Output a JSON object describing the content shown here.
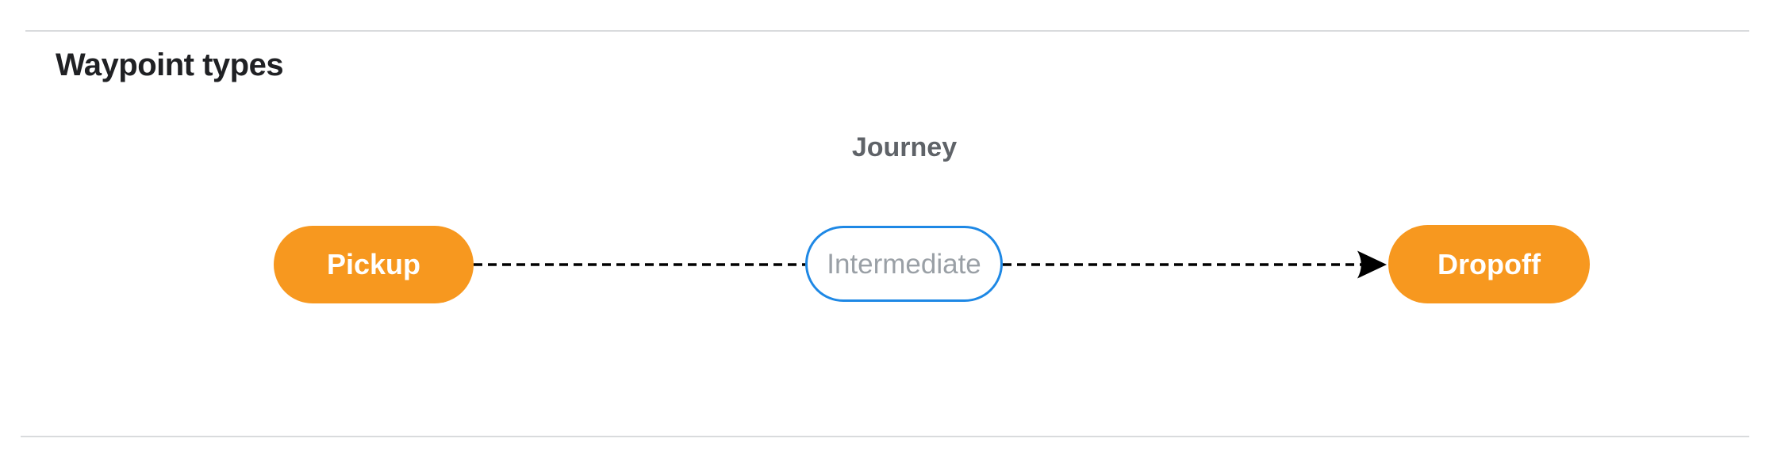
{
  "section": {
    "title": "Waypoint types"
  },
  "diagram": {
    "title": "Journey",
    "nodes": [
      {
        "id": "pickup",
        "label": "Pickup",
        "type": "endpoint"
      },
      {
        "id": "intermediate",
        "label": "Intermediate",
        "type": "intermediate"
      },
      {
        "id": "dropoff",
        "label": "Dropoff",
        "type": "endpoint"
      }
    ],
    "edges": [
      {
        "from": "pickup",
        "to": "intermediate",
        "style": "dashed",
        "arrow": false
      },
      {
        "from": "intermediate",
        "to": "dropoff",
        "style": "dashed",
        "arrow": true
      }
    ],
    "colors": {
      "endpoint_fill": "#F7981F",
      "endpoint_text": "#FFFFFF",
      "intermediate_border": "#1E88E5",
      "intermediate_text": "#9AA0A6",
      "edge": "#000000",
      "journey_title": "#5F6368",
      "divider": "#D9DBDD",
      "section_title": "#202124",
      "page_bg": "#FFFFFF"
    }
  }
}
